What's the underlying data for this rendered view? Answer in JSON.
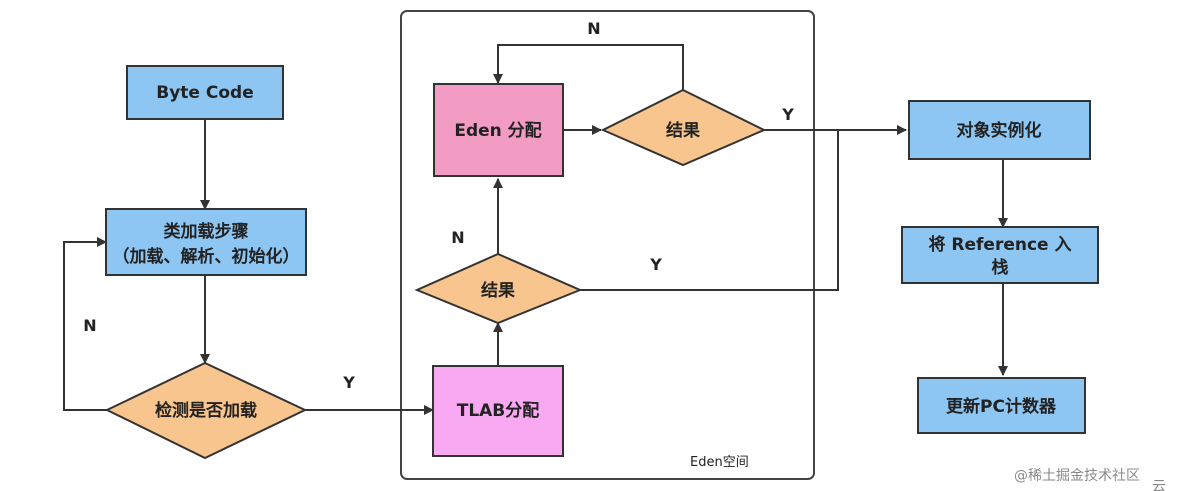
{
  "colors": {
    "blue": "#8ec6f3",
    "pink": "#f29bc3",
    "magenta": "#f9a8f2",
    "orange": "#f8c58e",
    "stroke": "#333333"
  },
  "region": {
    "label": "Eden空间"
  },
  "nodes": {
    "byte_code": "Byte Code",
    "class_loading_line1": "类加载步骤",
    "class_loading_line2": "（加载、解析、初始化）",
    "check_loaded": "检测是否加载",
    "tlab_alloc": "TLAB分配",
    "result_lower": "结果",
    "eden_alloc": "Eden 分配",
    "result_upper": "结果",
    "instantiate": "对象实例化",
    "push_ref_line1": "将 Reference 入",
    "push_ref_line2": "栈",
    "update_pc": "更新PC计数器"
  },
  "edges": {
    "check_no": "N",
    "check_yes": "Y",
    "lower_no": "N",
    "lower_yes": "Y",
    "upper_no": "N",
    "upper_yes": "Y"
  },
  "watermark": "@稀土掘金技术社区",
  "corner_mark": "云"
}
